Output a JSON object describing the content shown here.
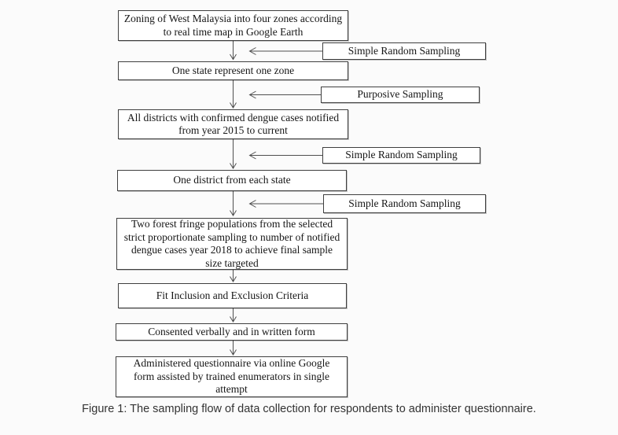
{
  "figure": {
    "caption": "Figure 1: The sampling flow of data collection for respondents to administer questionnaire."
  },
  "flowchart": {
    "main_nodes": [
      {
        "label": "Zoning of West Malaysia into four zones according\nto real time map in Google Earth"
      },
      {
        "label": "One state represent one zone"
      },
      {
        "label": "All districts with confirmed dengue cases notified\nfrom year 2015 to current"
      },
      {
        "label": "One district from each state"
      },
      {
        "label": "Two forest fringe populations from the selected\nstrict proportionate sampling to number of notified\ndengue cases year 2018 to achieve final sample\nsize targeted"
      },
      {
        "label": "Fit Inclusion and Exclusion Criteria"
      },
      {
        "label": "Consented verbally and in written form"
      },
      {
        "label": "Administered questionnaire via online Google\nform assisted by trained enumerators in single\nattempt"
      }
    ],
    "side_nodes": [
      {
        "label": "Simple Random Sampling"
      },
      {
        "label": "Purposive Sampling"
      },
      {
        "label": "Simple Random Sampling"
      },
      {
        "label": "Simple Random Sampling"
      }
    ],
    "colors": {
      "box_border": "#3f3f3f",
      "box_fill": "#ffffff",
      "arrow": "#4f4f4f",
      "text": "#161616",
      "caption_text": "#333333",
      "background": "#fbfbfb"
    }
  }
}
